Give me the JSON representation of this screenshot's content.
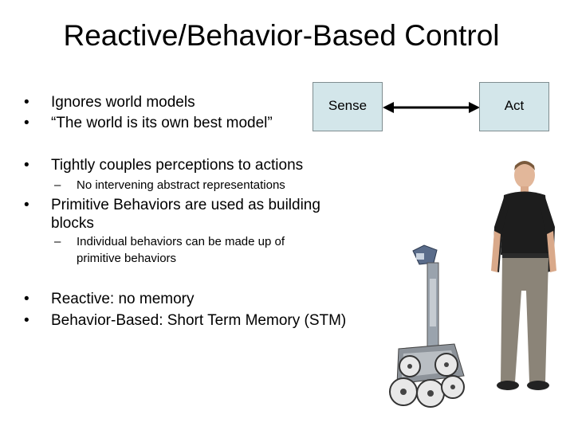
{
  "slide": {
    "title": "Reactive/Behavior-Based Control",
    "bullet_mark": "•",
    "sub_mark": "–",
    "bullets_top": [
      "Ignores world models",
      "“The world is its own best model”"
    ],
    "bullet_tight": "Tightly couples perceptions to actions",
    "sub_tight": "No intervening abstract representations",
    "bullet_primitive_line1": "Primitive Behaviors are used as building",
    "bullet_primitive_line2": "blocks",
    "sub_primitive_line1": "Individual behaviors can be made up of",
    "sub_primitive_line2": "primitive behaviors",
    "bullet_reactive": "Reactive: no memory",
    "bullet_behavior": "Behavior-Based: Short Term Memory (STM)"
  },
  "diagram": {
    "sense_label": "Sense",
    "act_label": "Act",
    "box_color": "#d3e6ea"
  },
  "image": {
    "subject": "person standing next to a tracked robot"
  }
}
